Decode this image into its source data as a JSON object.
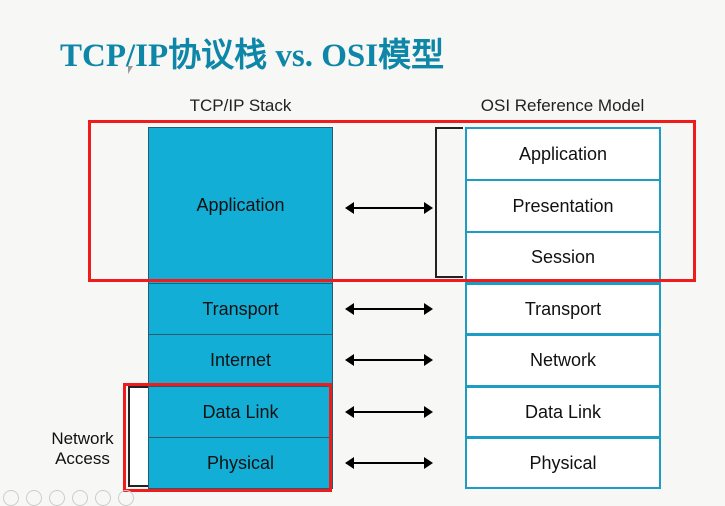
{
  "title": "TCP/IP协议栈 vs. OSI模型",
  "tcpip": {
    "header": "TCP/IP Stack",
    "layers": [
      "Application",
      "Transport",
      "Internet",
      "Data Link",
      "Physical"
    ]
  },
  "osi": {
    "header": "OSI Reference Model",
    "layers": [
      "Application",
      "Presentation",
      "Session",
      "Transport",
      "Network",
      "Data Link",
      "Physical"
    ]
  },
  "network_access": "Network Access",
  "colors": {
    "title": "#0d86a8",
    "tcp_fill": "#13aed6",
    "osi_border": "#1d9cc4",
    "highlight": "#ee1c1c"
  }
}
